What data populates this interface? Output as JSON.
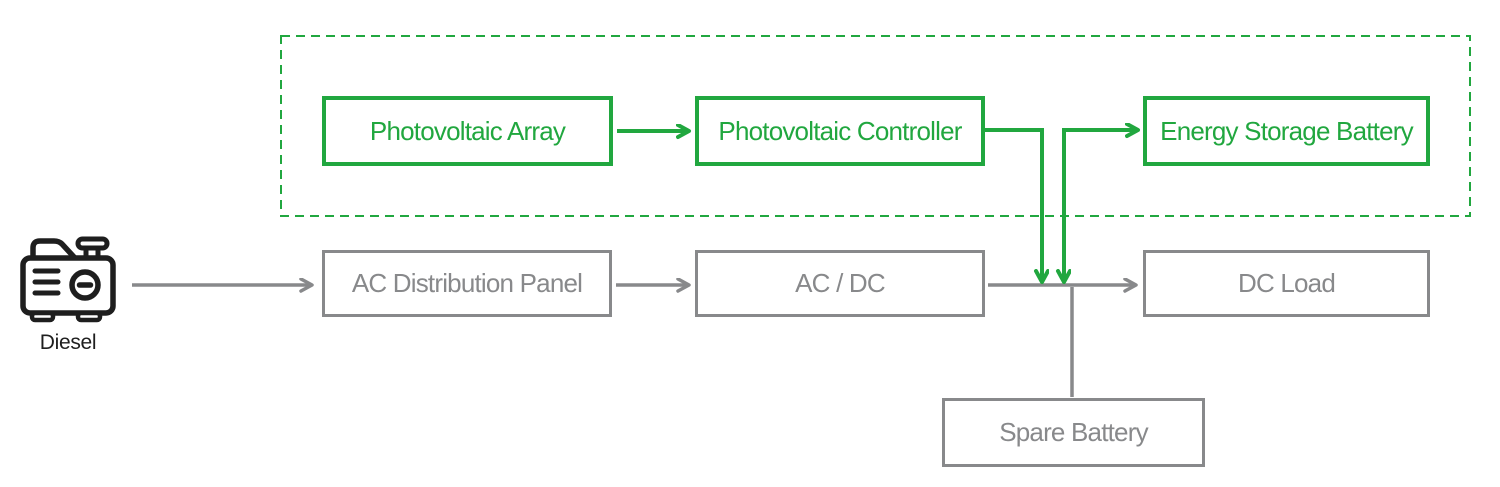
{
  "colors": {
    "green": "#21a73f",
    "gray": "#88898b",
    "icon": "#1e1e1e",
    "background": "#ffffff"
  },
  "group": {
    "name": "photovoltaic-system",
    "border_style": "dashed",
    "color": "green",
    "contains": [
      "pv_array",
      "pv_controller",
      "energy_storage_battery"
    ]
  },
  "nodes": {
    "pv_array": {
      "label": "Photovoltaic Array"
    },
    "pv_controller": {
      "label": "Photovoltaic Controller"
    },
    "energy_storage_battery": {
      "label": "Energy Storage Battery"
    },
    "ac_distribution_panel": {
      "label": "AC Distribution Panel"
    },
    "ac_dc": {
      "label": "AC / DC"
    },
    "dc_load": {
      "label": "DC Load"
    },
    "spare_battery": {
      "label": "Spare Battery"
    },
    "diesel": {
      "label": "Diesel"
    }
  },
  "edges": [
    {
      "from": "diesel",
      "to": "ac_distribution_panel",
      "color": "gray",
      "arrow": true
    },
    {
      "from": "ac_distribution_panel",
      "to": "ac_dc",
      "color": "gray",
      "arrow": true
    },
    {
      "from": "ac_dc",
      "to": "dc_load",
      "color": "gray",
      "arrow": true
    },
    {
      "from": "dc_bus_junction",
      "to": "spare_battery",
      "color": "gray",
      "arrow": false
    },
    {
      "from": "pv_array",
      "to": "pv_controller",
      "color": "green",
      "arrow": true
    },
    {
      "from": "pv_controller",
      "to": "dc_bus_junction",
      "color": "green",
      "arrow": true
    },
    {
      "from": "pv_branch",
      "to": "energy_storage_battery",
      "color": "green",
      "arrow": true
    },
    {
      "from": "pv_branch",
      "to": "dc_bus_junction",
      "color": "green",
      "arrow": true
    }
  ]
}
